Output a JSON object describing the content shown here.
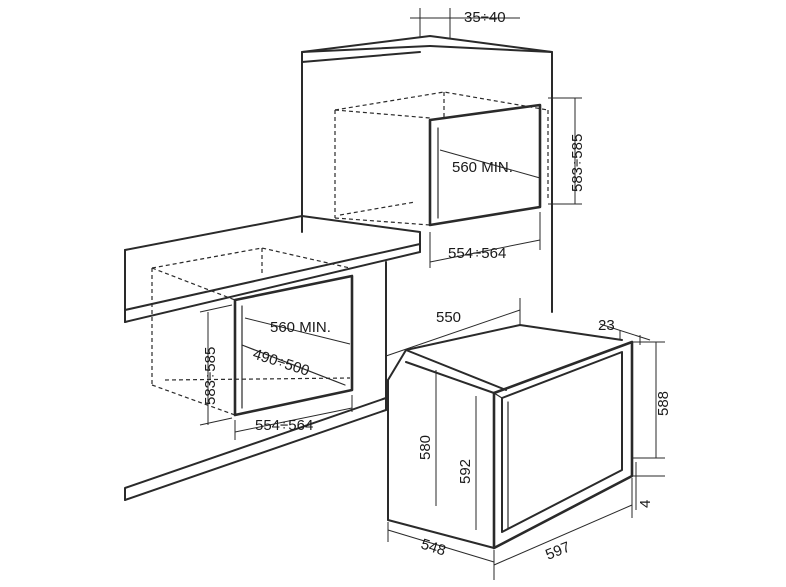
{
  "labels": {
    "gap_top": "35÷40",
    "niche_depth_upper": "560 MIN.",
    "niche_height_upper": "583÷585",
    "niche_width_upper": "554÷564",
    "niche_depth_lower": "560 MIN.",
    "niche_height_lower": "583÷585",
    "niche_inner_depth_lower": "490÷500",
    "niche_width_lower": "554÷564",
    "oven_depth_top": "550",
    "oven_frame_depth": "23",
    "oven_body_height": "580",
    "oven_front_height": "592",
    "oven_frame_height": "588",
    "oven_gap_bottom": "4",
    "oven_depth_bottom": "548",
    "oven_width": "597"
  }
}
